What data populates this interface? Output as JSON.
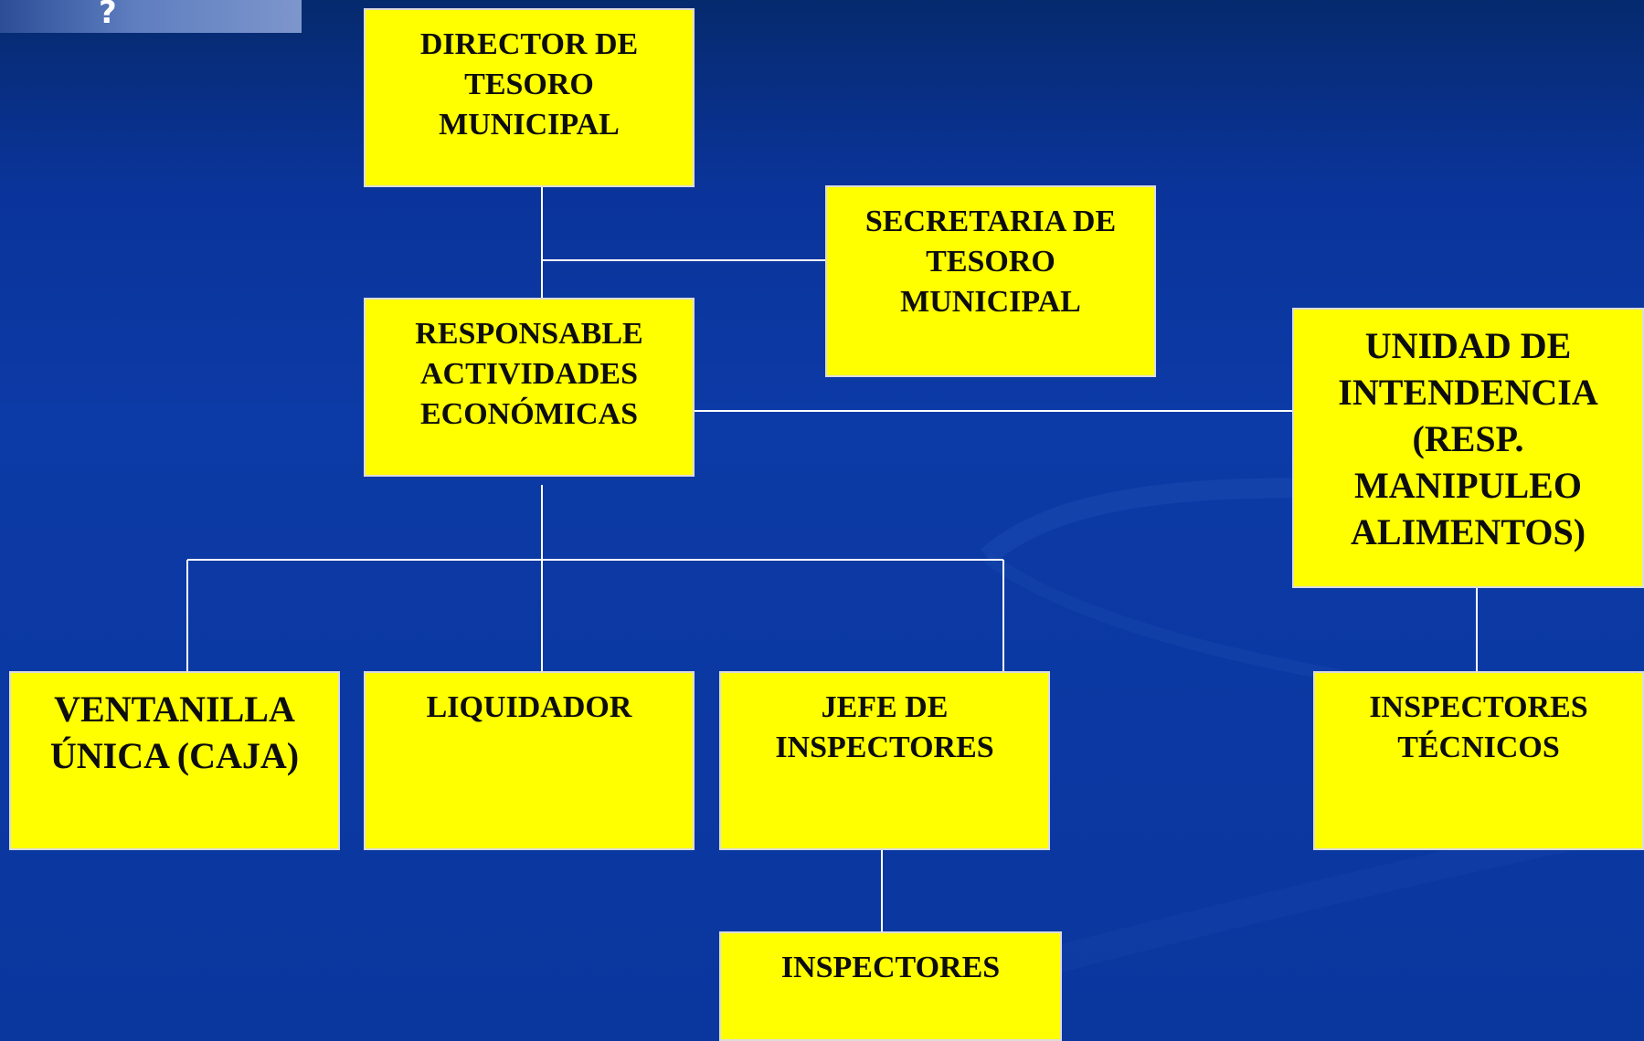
{
  "logo": {
    "mark": "?"
  },
  "org_chart": {
    "director": "DIRECTOR DE\nTESORO\nMUNICIPAL",
    "secretaria": "SECRETARIA DE\nTESORO\nMUNICIPAL",
    "responsable": "RESPONSABLE\nACTIVIDADES\nECONÓMICAS",
    "unidad_intendencia": "UNIDAD DE\nINTENDENCIA\n(RESP.\nMANIPULEO\nALIMENTOS)",
    "ventanilla": "VENTANILLA\nÚNICA (CAJA)",
    "liquidador": "LIQUIDADOR",
    "jefe_inspectores": "JEFE DE\nINSPECTORES",
    "inspectores_tecnicos": "INSPECTORES\nTÉCNICOS",
    "inspectores": "INSPECTORES"
  },
  "colors": {
    "background": "#0c3aa6",
    "box_fill": "#ffff00",
    "connector": "#ffffff"
  }
}
